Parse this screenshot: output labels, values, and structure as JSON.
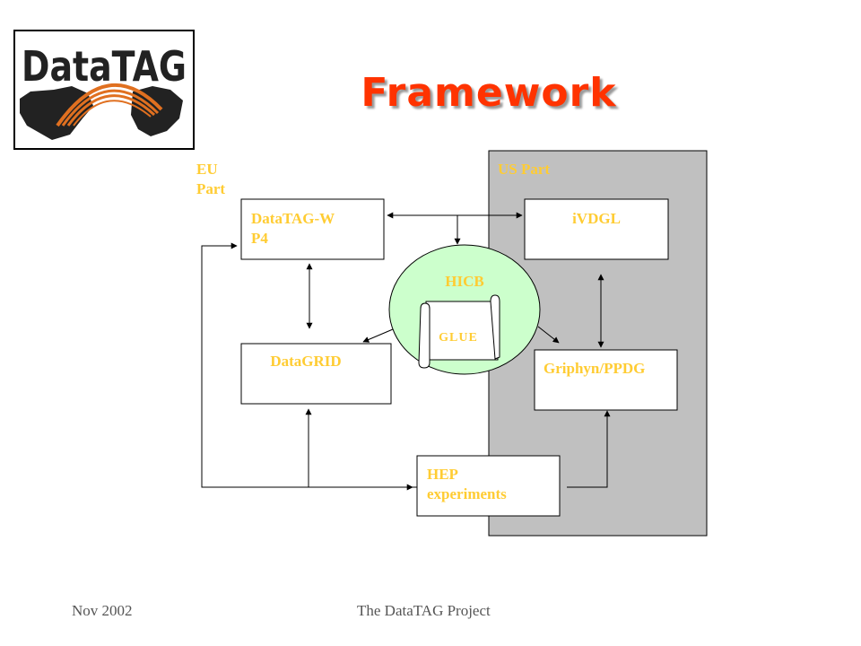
{
  "logo": {
    "text": "DataTAG"
  },
  "title": "Framework",
  "regions": {
    "eu": "EU Part",
    "us": "US Part"
  },
  "nodes": {
    "datatag_wp4": "DataTAG-WP4",
    "ivdgl": "iVDGL",
    "hicb": "HICB",
    "glue": "GLUE",
    "datagrid": "DataGRID",
    "griphyn": "Griphyn/PPDG",
    "hep": "HEP experiments"
  },
  "footer": {
    "date": "Nov 2002",
    "project": "The DataTAG Project"
  },
  "colors": {
    "title": "#ff3300",
    "labels": "#ffcc33",
    "us_panel": "#c0c0c0",
    "hicb": "#ccffcc"
  }
}
